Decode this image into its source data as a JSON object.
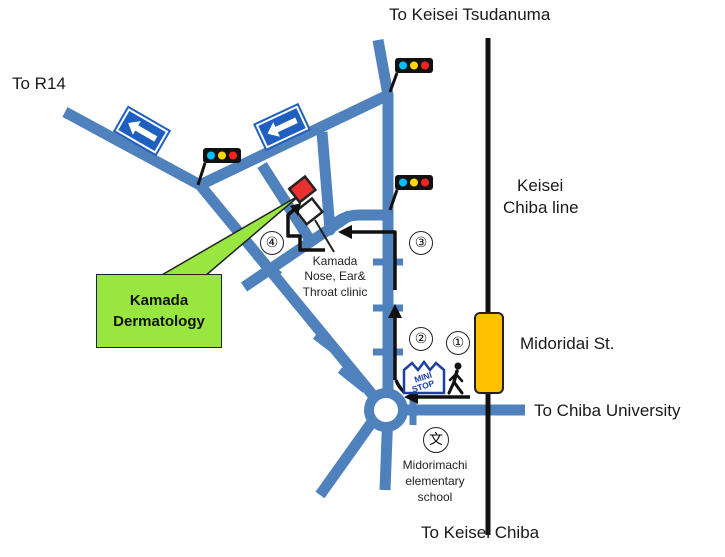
{
  "labels": {
    "to_keisei_tsudanuma": "To Keisei Tsudanuma",
    "to_r14": "To R14",
    "keisei_line_1": "Keisei",
    "keisei_line_2": "Chiba line",
    "midoridai_st": "Midoridai St.",
    "to_chiba_university": "To Chiba University",
    "to_keisei_chiba": "To Keisei Chiba",
    "clinic_1": "Kamada",
    "clinic_2": "Nose, Ear&",
    "clinic_3": "Throat clinic",
    "school_1": "Midorimachi",
    "school_2": "elementary",
    "school_3": "school",
    "school_symbol": "文"
  },
  "callout": {
    "line_1": "Kamada",
    "line_2": "Dermatology"
  },
  "store": {
    "line_1": "MINI",
    "line_2": "STOP"
  },
  "steps": [
    "①",
    "②",
    "③",
    "④"
  ],
  "colors": {
    "road": "#4f81bd",
    "railway": "#111111",
    "station": "#ffc000",
    "callout": "#99e640",
    "destination": "#e83030",
    "sign": "#1f5fbf",
    "route_arrow": "#111111"
  },
  "icons": [
    "one-way-arrow-sign-icon",
    "traffic-light-icon",
    "pedestrian-icon",
    "school-symbol-icon",
    "convenience-store-logo-icon"
  ]
}
